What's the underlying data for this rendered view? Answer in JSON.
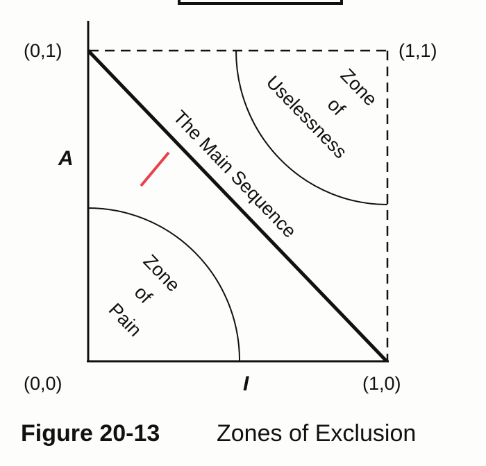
{
  "diagram": {
    "corner_labels": {
      "top_left": "(0,1)",
      "top_right": "(1,1)",
      "bottom_left": "(0,0)",
      "bottom_right": "(1,0)"
    },
    "axis_labels": {
      "y": "A",
      "x": "I"
    },
    "main_sequence_label": "The Main Sequence",
    "zone_pain": [
      "Zone",
      "of",
      "Pain"
    ],
    "zone_uselessness": [
      "Zone",
      "of",
      "Uselessness"
    ],
    "colors": {
      "ink": "#111111",
      "marker": "#e8414a",
      "background": "#fdfdfb"
    }
  },
  "caption": {
    "number": "Figure 20-13",
    "title": "Zones of Exclusion"
  }
}
